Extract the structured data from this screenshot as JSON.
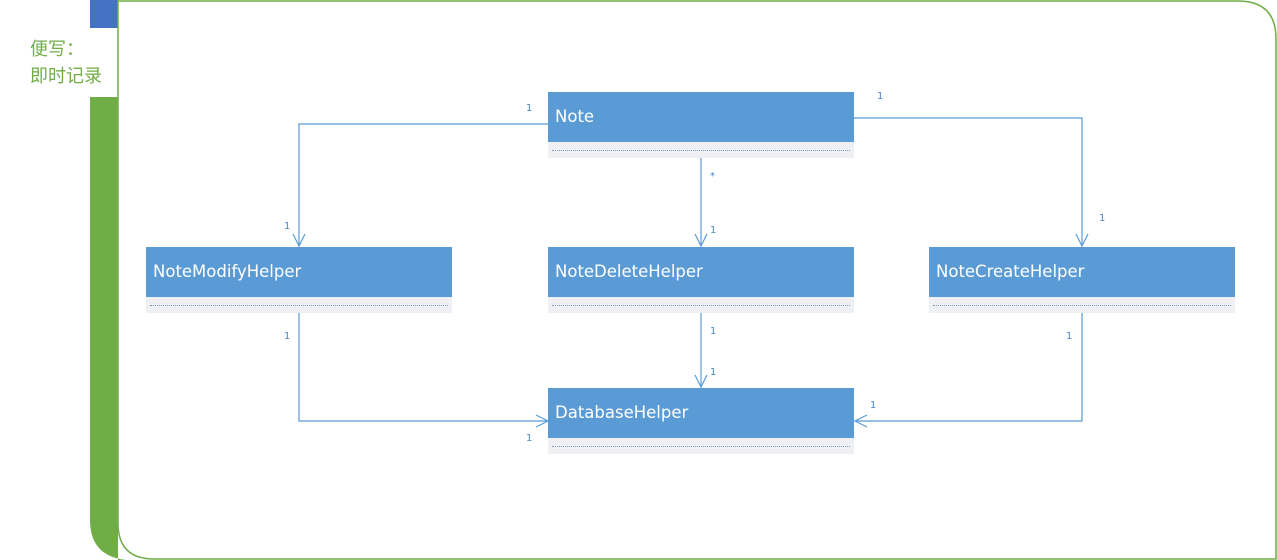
{
  "sidebar": {
    "title_line1": "便写：",
    "title_line2": "即时记录"
  },
  "colors": {
    "accent_green": "#70ad47",
    "accent_blue": "#4472c4",
    "class_fill": "#5b9bd5",
    "connector": "#5b9bd5"
  },
  "classes": {
    "note": "Note",
    "modify": "NoteModifyHelper",
    "delete": "NoteDeleteHelper",
    "create": "NoteCreateHelper",
    "database": "DatabaseHelper"
  },
  "multiplicities": {
    "note_to_modify_source": "1",
    "note_to_modify_target": "1",
    "note_to_delete_source": "*",
    "note_to_delete_target": "1",
    "note_to_create_source": "1",
    "note_to_create_target": "1",
    "modify_to_db_source": "1",
    "modify_to_db_target": "1",
    "delete_to_db_source": "1",
    "delete_to_db_target": "1",
    "create_to_db_source": "1",
    "create_to_db_target": "1"
  }
}
